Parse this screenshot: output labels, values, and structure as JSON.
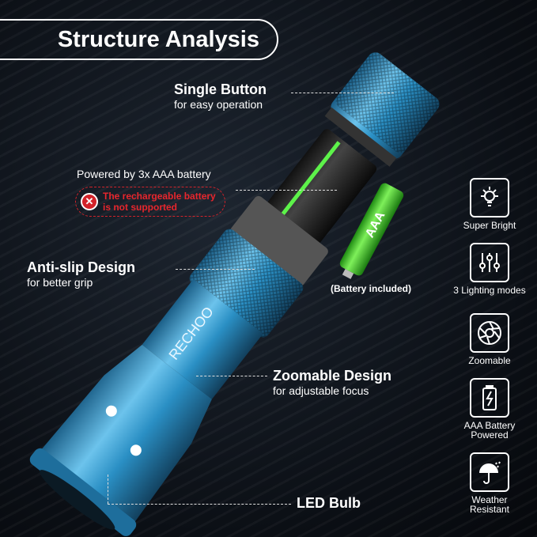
{
  "title": "Structure Analysis",
  "callouts": {
    "button": {
      "heading": "Single Button",
      "sub": "for easy operation"
    },
    "battery": {
      "heading": "Powered by 3x AAA battery"
    },
    "warning": {
      "line1": "The rechargeable battery",
      "line2": "is not supported",
      "icon": "x-circle-icon"
    },
    "grip": {
      "heading": "Anti-slip Design",
      "sub": "for better grip"
    },
    "zoom": {
      "heading": "Zoomable Design",
      "sub": "for adjustable focus"
    },
    "led": {
      "heading": "LED Bulb"
    },
    "battery_included": "(Battery included)"
  },
  "product": {
    "brand": "RECHOO",
    "battery_label": "AAA",
    "colors": {
      "body": "#2a8fc4",
      "battery": "#3fcf2a",
      "warning": "#d2232a"
    }
  },
  "features": [
    {
      "label": "Super Bright",
      "icon": "lightbulb-icon"
    },
    {
      "label": "3 Lighting modes",
      "icon": "sliders-icon"
    },
    {
      "label": "Zoomable",
      "icon": "aperture-icon"
    },
    {
      "label": "AAA Battery Powered",
      "icon": "battery-bolt-icon"
    },
    {
      "label": "Weather Resistant",
      "icon": "umbrella-rain-icon"
    }
  ]
}
